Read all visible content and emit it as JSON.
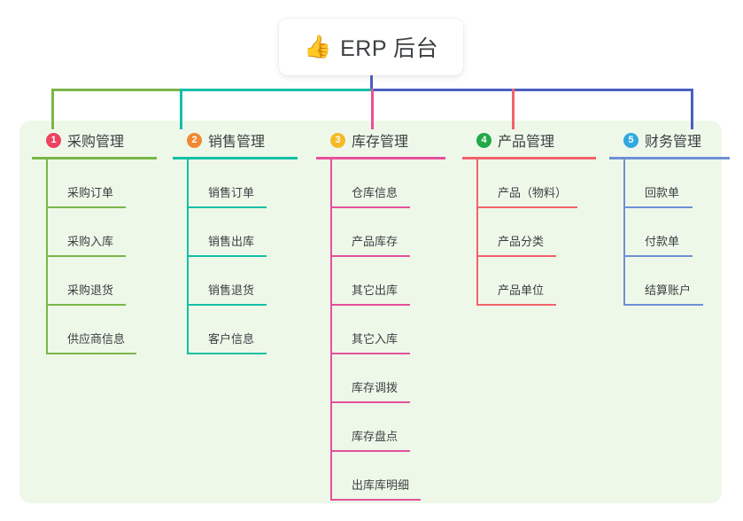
{
  "root": {
    "icon": "thumbs-up-icon",
    "emoji": "👍",
    "title": "ERP 后台"
  },
  "colors": {
    "panel_background": "#eef8e9",
    "page_background": "#ffffff",
    "root_text": "#3c4043",
    "bus_left": "#7ab648",
    "bus_mid": "#13bfa6",
    "bus_right": "#4a5fc1"
  },
  "branches": [
    {
      "number": "1",
      "title": "采购管理",
      "line_color": "#7ab648",
      "badge_color": "#ec4362",
      "items": [
        {
          "label": "采购订单",
          "rule_width": 88
        },
        {
          "label": "采购入库",
          "rule_width": 88
        },
        {
          "label": "采购退货",
          "rule_width": 88
        },
        {
          "label": "供应商信息",
          "rule_width": 100
        }
      ]
    },
    {
      "number": "2",
      "title": "销售管理",
      "line_color": "#13bfa6",
      "badge_color": "#f08932",
      "items": [
        {
          "label": "销售订单",
          "rule_width": 88
        },
        {
          "label": "销售出库",
          "rule_width": 88
        },
        {
          "label": "销售退货",
          "rule_width": 88
        },
        {
          "label": "客户信息",
          "rule_width": 88
        }
      ]
    },
    {
      "number": "3",
      "title": "库存管理",
      "line_color": "#e4519b",
      "badge_color": "#f5ba26",
      "items": [
        {
          "label": "仓库信息",
          "rule_width": 88
        },
        {
          "label": "产品库存",
          "rule_width": 88
        },
        {
          "label": "其它出库",
          "rule_width": 88
        },
        {
          "label": "其它入库",
          "rule_width": 88
        },
        {
          "label": "库存调拨",
          "rule_width": 88
        },
        {
          "label": "库存盘点",
          "rule_width": 88
        },
        {
          "label": "出库库明细",
          "rule_width": 100
        }
      ]
    },
    {
      "number": "4",
      "title": "产品管理",
      "line_color": "#f2636a",
      "badge_color": "#23a94a",
      "items": [
        {
          "label": "产品（物料）",
          "rule_width": 112
        },
        {
          "label": "产品分类",
          "rule_width": 88
        },
        {
          "label": "产品单位",
          "rule_width": 88
        }
      ]
    },
    {
      "number": "5",
      "title": "财务管理",
      "line_color": "#6f8fd6",
      "badge_color": "#30a8e0",
      "items": [
        {
          "label": "回款单",
          "rule_width": 76
        },
        {
          "label": "付款单",
          "rule_width": 76
        },
        {
          "label": "结算账户",
          "rule_width": 88
        }
      ]
    }
  ]
}
